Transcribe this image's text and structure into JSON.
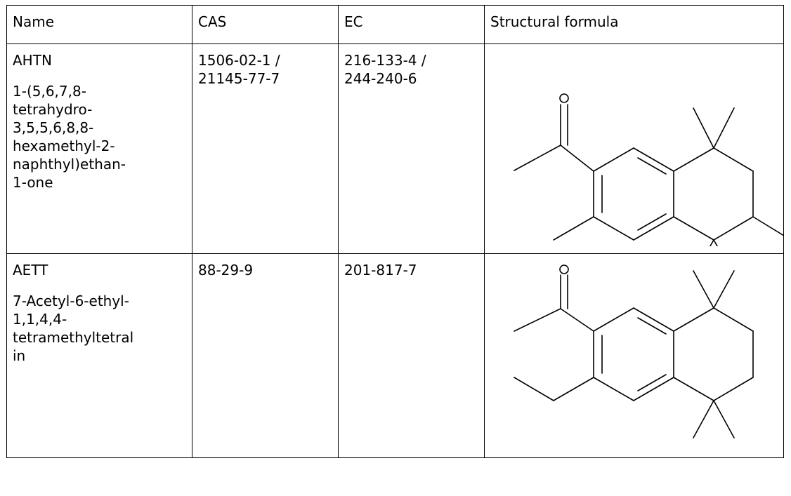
{
  "table": {
    "headers": {
      "name": "Name",
      "cas": "CAS",
      "ec": "EC",
      "structure": "Structural formula"
    },
    "rows": [
      {
        "name_abbr": "AHTN",
        "name_full": "1-(5,6,7,8-\ntetrahydro-\n3,5,5,6,8,8-\nhexamethyl-2-\nnaphthyl)ethan-\n1-one",
        "cas": "1506-02-1 /\n21145-77-7",
        "ec": "216-133-4 /\n244-240-6",
        "structure_icon": "ahtn-structural-formula",
        "oxygen_label": "O"
      },
      {
        "name_abbr": "AETT",
        "name_full": "7-Acetyl-6-ethyl-\n1,1,4,4-\ntetramethyltetral\nin",
        "cas": "88-29-9",
        "ec": "201-817-7",
        "structure_icon": "aett-structural-formula",
        "oxygen_label": "O"
      }
    ]
  }
}
